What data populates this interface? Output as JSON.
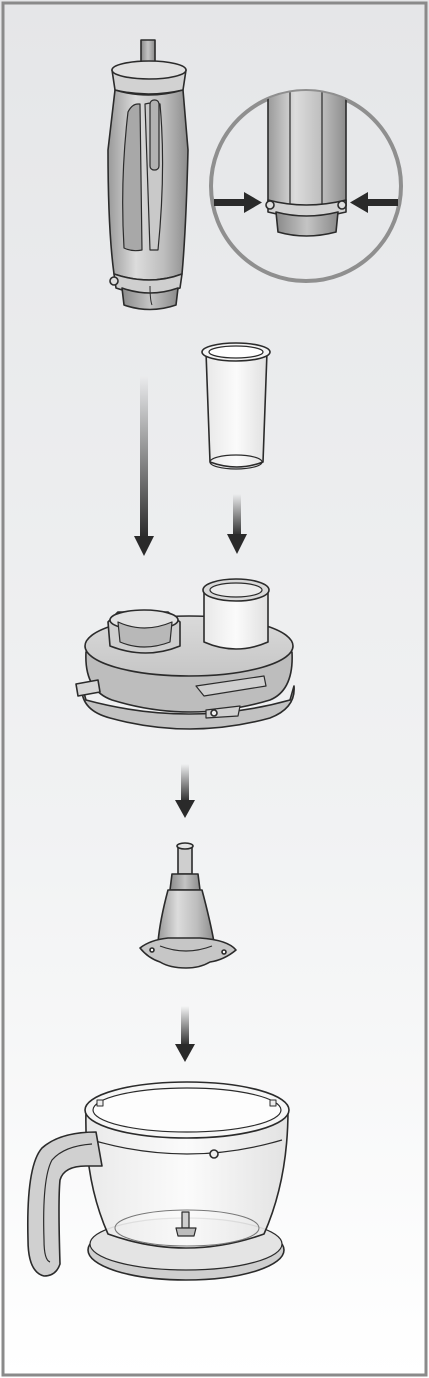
{
  "diagram": {
    "kind": "assembly-illustration",
    "text_labels": [],
    "parts": [
      "motor-unit",
      "detail-magnifier",
      "feeding-tube",
      "chopper-lid",
      "chopper-blade",
      "chopper-bowl"
    ],
    "colors": {
      "panel_top": "#e6e7e9",
      "panel_bottom": "#ffffff",
      "frame": "#8a8a8a",
      "line": "#2b2b2b",
      "arrow": "#2a2a2a",
      "metal_light": "#d6d6d6",
      "metal_mid": "#b9b9b9",
      "metal_dark": "#8f8f8f"
    }
  }
}
